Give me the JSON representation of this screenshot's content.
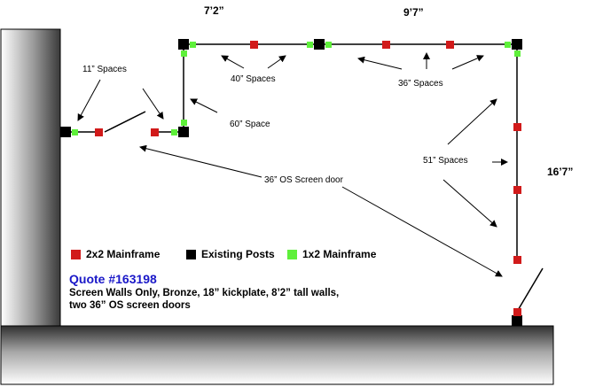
{
  "dimensions": {
    "top_left": "7’2”",
    "top_right": "9’7”",
    "right_side": "16’7”"
  },
  "labels": {
    "eleven_spaces": "11” Spaces",
    "forty_spaces": "40” Spaces",
    "thirtysix_spaces": "36” Spaces",
    "sixty_space": "60” Space",
    "fiftyone_spaces": "51” Spaces",
    "screen_door": "36” OS Screen door"
  },
  "legend": [
    {
      "label": "2x2 Mainframe",
      "color": "#d11a1a"
    },
    {
      "label": "Existing Posts",
      "color": "#000000"
    },
    {
      "label": "1x2 Mainframe",
      "color": "#5ef03a"
    }
  ],
  "quote": {
    "title": "Quote #163198",
    "line1": "Screen Walls Only, Bronze, 18” kickplate, 8’2” tall walls,",
    "line2": "two  36” OS screen doors"
  },
  "colors": {
    "mainframe_2x2": "#d11a1a",
    "existing_post": "#000000",
    "mainframe_1x2": "#5ef03a",
    "quote_blue": "#1a18c8"
  }
}
